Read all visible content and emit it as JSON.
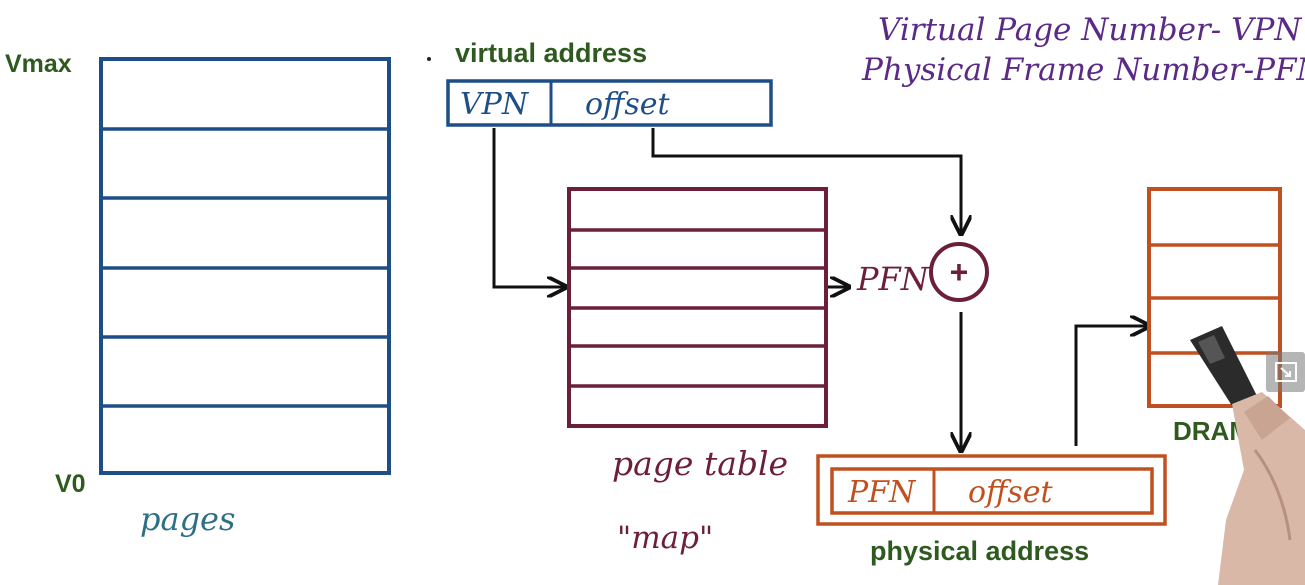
{
  "labels": {
    "vmax": "Vmax",
    "v0": "V0",
    "pages": "pages",
    "virtual_address": "virtual address",
    "vpn_field": "VPN",
    "offset_field": "offset",
    "page_table": "page table",
    "map": "\"map\"",
    "pfn_output": "PFN",
    "plus": "+",
    "pfn_field": "PFN",
    "phys_offset_field": "offset",
    "physical_address": "physical address",
    "dram": "DRAM"
  },
  "notes": {
    "line1": "Virtual Page Number- VPN",
    "line2": "Physical Frame Number-PFN"
  },
  "colors": {
    "blue": "#1d4f86",
    "maroon": "#6b1f3a",
    "orange": "#c0501f",
    "green": "#2f5a1f",
    "purple": "#5b2a86",
    "teal": "#2e6f86"
  },
  "controls": {
    "expand_icon": "expand-icon"
  }
}
